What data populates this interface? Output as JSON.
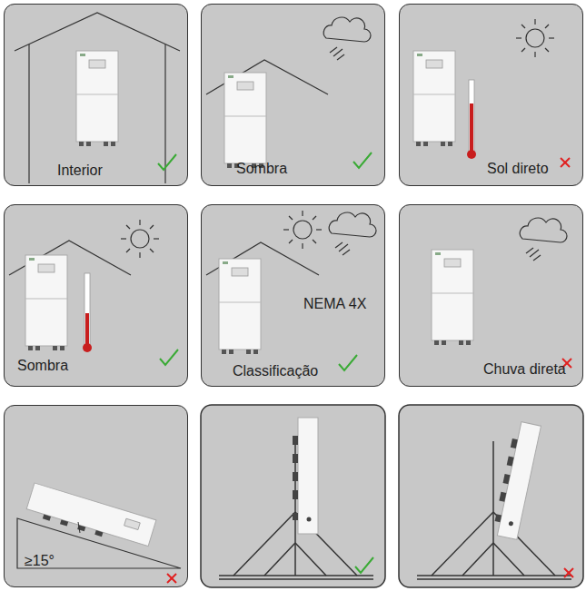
{
  "diagram": {
    "nodes": [
      {
        "text": [
          "Interior"
        ]
      },
      {
        "text": [
          "Sombra"
        ]
      },
      {
        "text": [
          "Sol direto"
        ]
      },
      {
        "text": [
          "Sombra"
        ]
      },
      {
        "text": [
          "NEMA 4X",
          "Classificação"
        ]
      },
      {
        "text": [
          "Chuva direta"
        ]
      },
      {
        "text": [
          "≥15°"
        ]
      }
    ]
  }
}
